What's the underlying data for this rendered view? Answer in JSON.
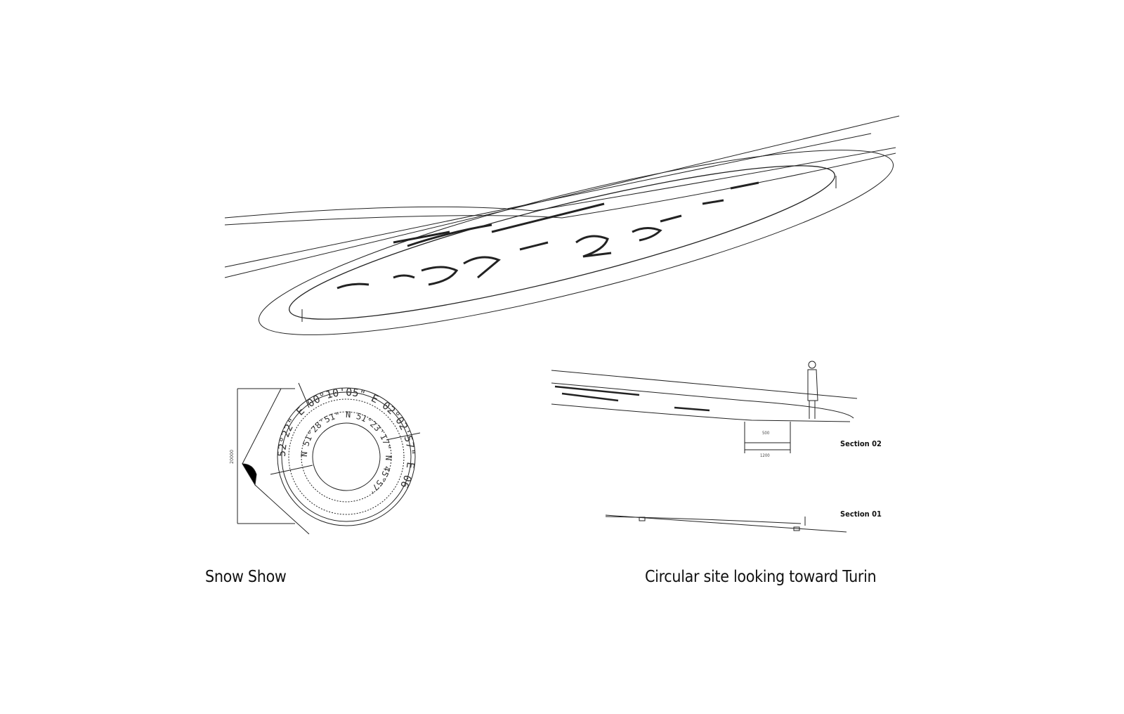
{
  "captions": {
    "left": "Snow Show",
    "right": "Circular site looking toward Turin"
  },
  "sections": {
    "s2": "Section 02",
    "s1": "Section 01"
  },
  "dimensions": {
    "diameter": "20000",
    "depth": "500",
    "width": "1200"
  },
  "ring_text_outer": "52°22\" E  00°10'05\" E  02°02'57\" E 06",
  "ring_text_inner": "N 51°28'51\" N  51°23'17\" N 45°57'"
}
